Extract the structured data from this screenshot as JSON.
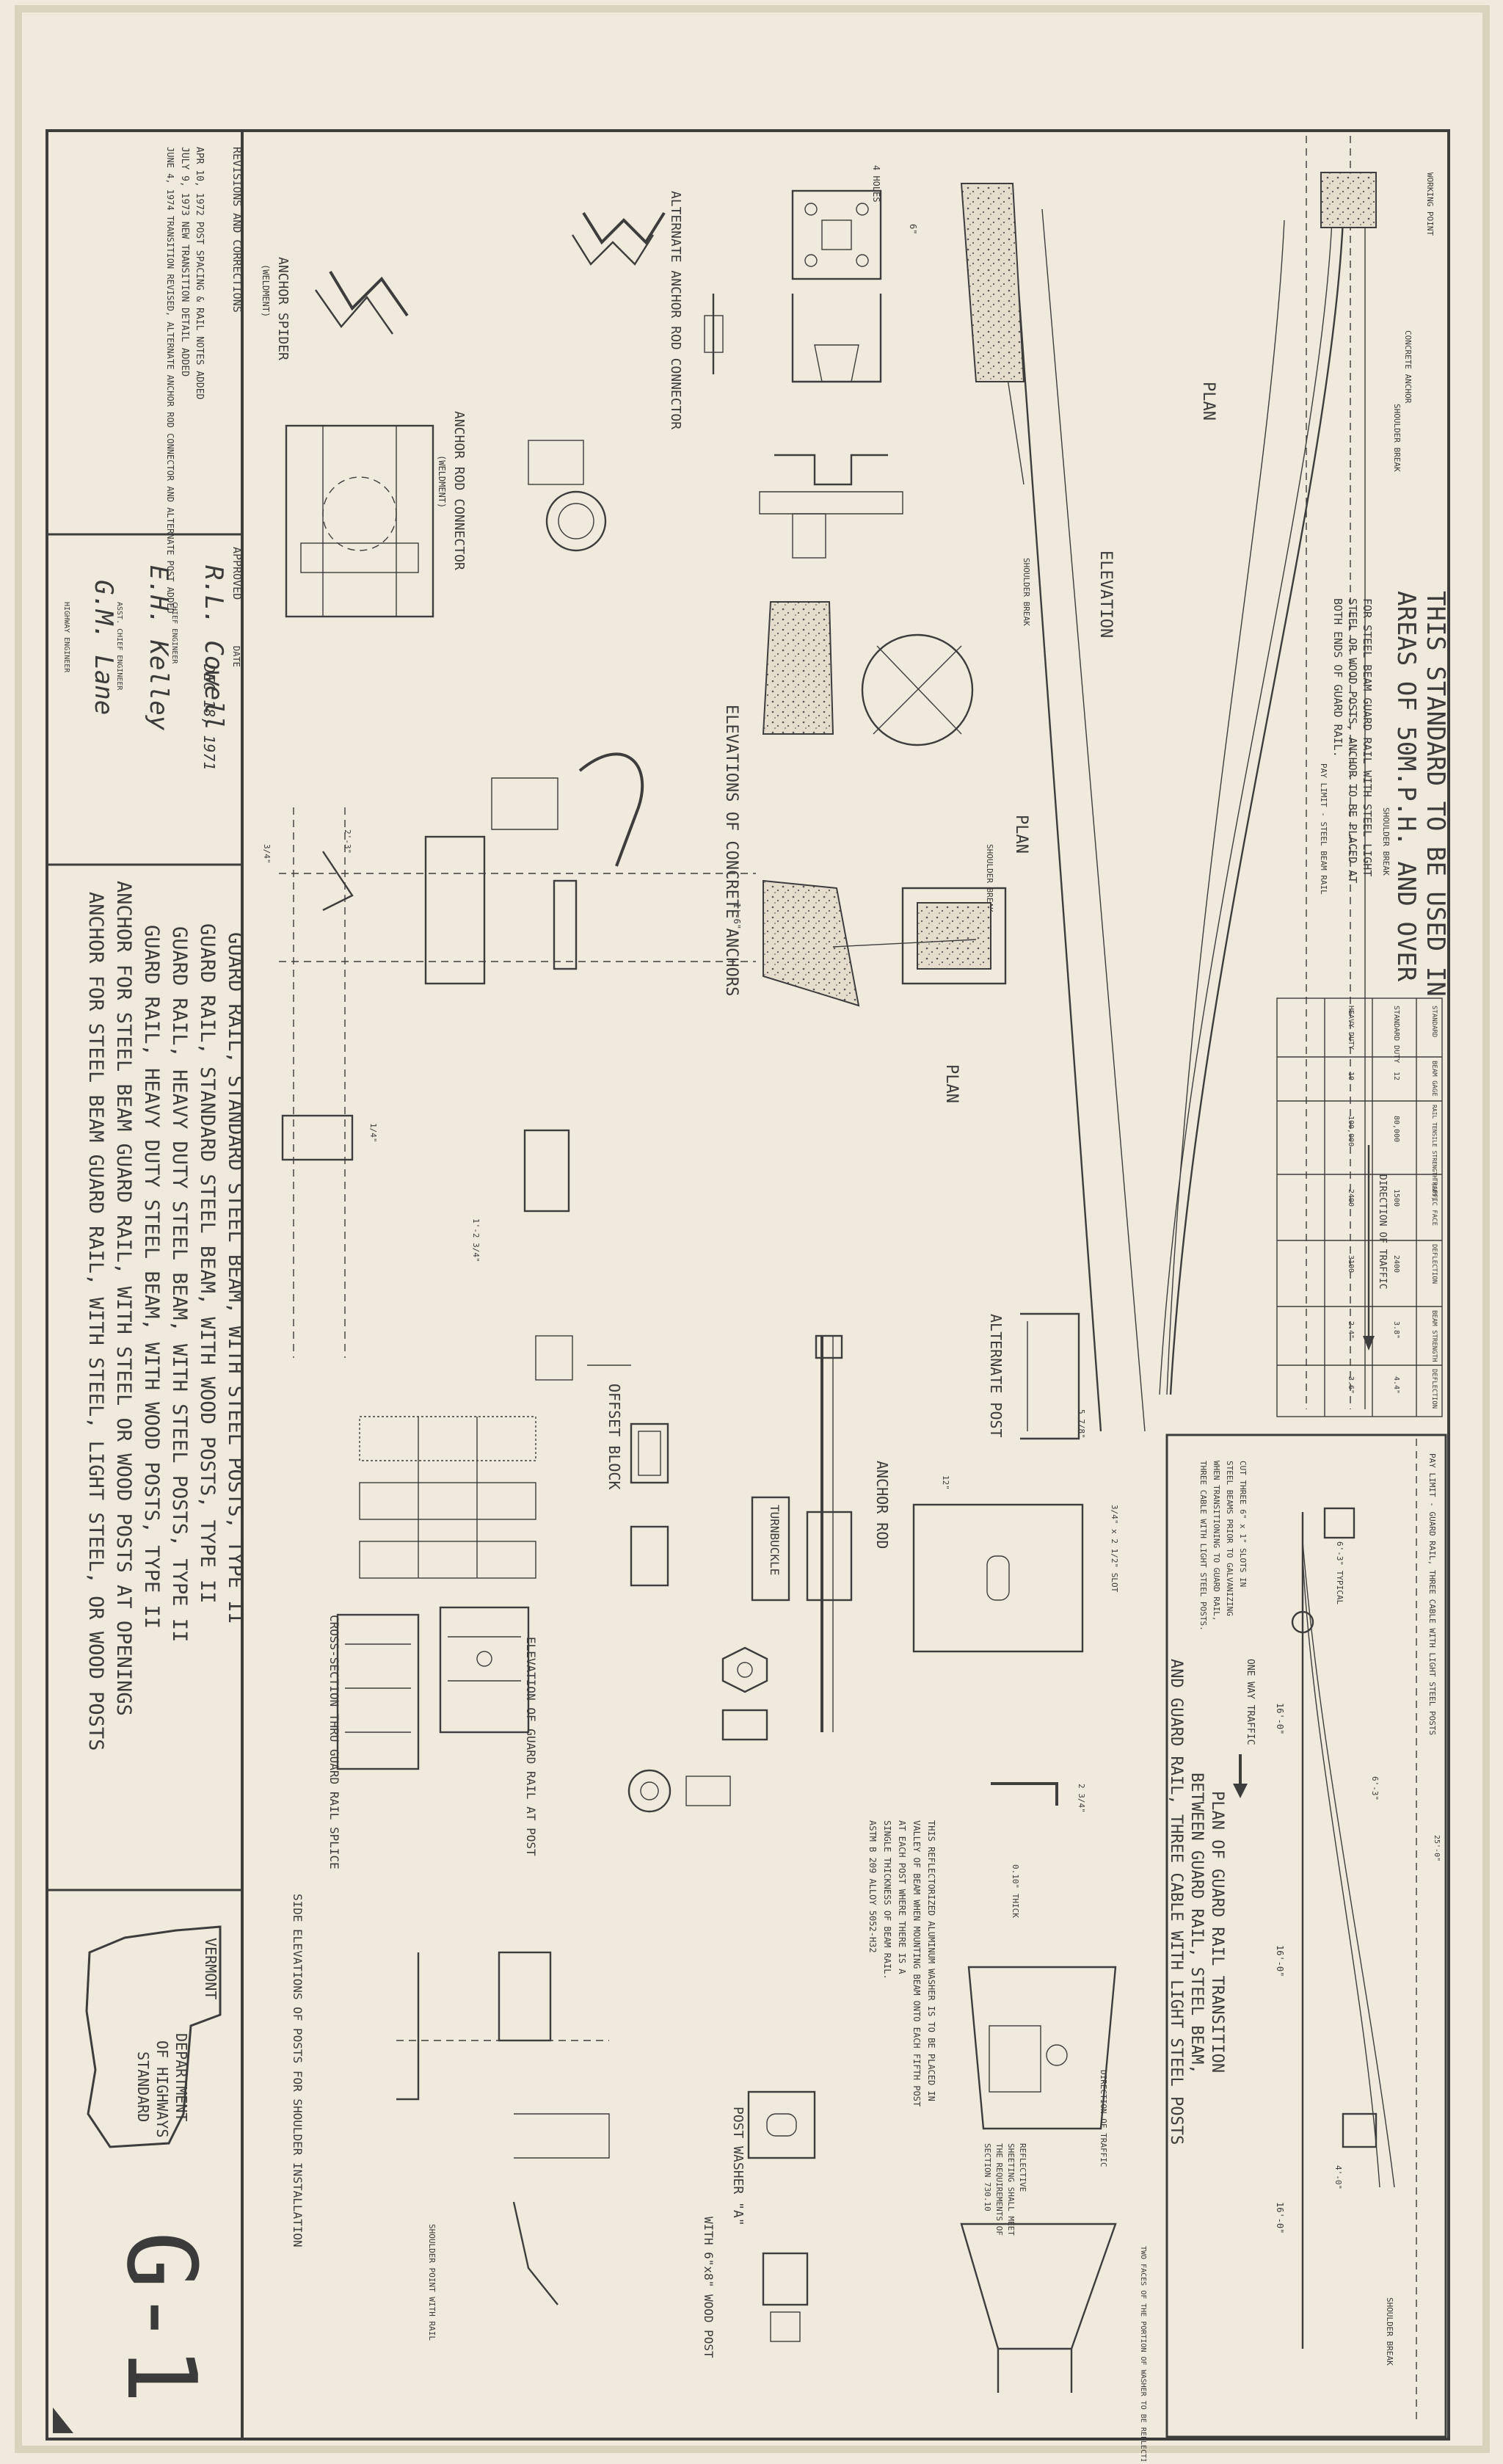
{
  "title_block": {
    "revisions": {
      "heading": "REVISIONS AND CORRECTIONS",
      "entries": [
        "APR 10, 1972  POST SPACING & RAIL NOTES ADDED",
        "JULY 9, 1973  NEW TRANSITION DETAIL ADDED",
        "JUNE 4, 1974  TRANSITION REVISED, ALTERNATE ANCHOR ROD CONNECTOR AND ALTERNATE POST ADDED"
      ]
    },
    "approved": {
      "label": "APPROVED",
      "date_label": "DATE",
      "date": "DEC 18, 1971",
      "sig1": "R.L. Cowell",
      "sig1_role": "CHIEF ENGINEER",
      "sig2": "E.H. Kelley",
      "sig2_role": "ASST. CHIEF ENGINEER",
      "sig3": "G.M. Lane",
      "sig3_role": "HIGHWAY ENGINEER"
    },
    "sheet_title_lines": [
      "GUARD RAIL, STANDARD STEEL BEAM, WITH STEEL POSTS, TYPE II",
      "GUARD RAIL, STANDARD STEEL BEAM, WITH WOOD POSTS, TYPE II",
      "GUARD RAIL, HEAVY DUTY STEEL BEAM, WITH STEEL POSTS, TYPE II",
      "GUARD RAIL, HEAVY DUTY STEEL BEAM, WITH WOOD POSTS, TYPE II",
      "ANCHOR FOR STEEL BEAM GUARD RAIL, WITH STEEL OR WOOD POSTS AT OPENINGS",
      "ANCHOR FOR STEEL BEAM GUARD RAIL, WITH STEEL, LIGHT STEEL, OR WOOD POSTS"
    ],
    "agency": {
      "state": "VERMONT",
      "line1": "DEPARTMENT",
      "line2": "OF HIGHWAYS",
      "line3": "STANDARD"
    },
    "sheet_number": "G-1"
  },
  "notes": {
    "main_heading_1": "THIS STANDARD TO BE USED IN",
    "main_heading_2": "AREAS OF 50M.P.H. AND OVER",
    "main_note": [
      "FOR STEEL BEAM GUARD RAIL WITH STEEL LIGHT",
      "STEEL OR WOOD POSTS, ANCHOR TO BE PLACED AT",
      "BOTH ENDS OF GUARD RAIL."
    ],
    "slot_note": [
      "CUT THREE 6\" x 1\" SLOTS IN",
      "STEEL BEAMS PRIOR TO GALVANIZING",
      "WHEN TRANSITIONING TO GUARD RAIL,",
      "THREE CABLE WITH LIGHT STEEL POSTS."
    ],
    "washer_note": [
      "THIS REFLECTORIZED ALUMINUM WASHER IS TO BE PLACED IN",
      "VALLEY OF BEAM WHEN MOUNTING BEAM ONTO EACH FIFTH POST",
      "AT EACH POST WHERE THERE IS A",
      "SINGLE THICKNESS OF BEAM RAIL.",
      "ASTM B 209 ALLOY 5052-H32"
    ],
    "reflective_note": [
      "REFLECTIVE",
      "SHEETING SHALL MEET",
      "THE REQUIREMENTS OF",
      "SECTION 730.10"
    ],
    "two_faces_note": "TWO FACES OF THE PORTION OF WASHER TO BE REFLECTIVE MATERIAL"
  },
  "labels": {
    "plan": "PLAN",
    "elevation": "ELEVATION",
    "elevations_of_concrete_anchors": "ELEVATIONS OF CONCRETE ANCHORS",
    "alternate_anchor_rod_connector": "ALTERNATE ANCHOR ROD CONNECTOR",
    "anchor_rod_connector": "ANCHOR ROD CONNECTOR",
    "anchor_rod_connector_sub": "(WELDMENT)",
    "anchor_spider": "ANCHOR SPIDER",
    "anchor_spider_sub": "(WELDMENT)",
    "alternate_post": "ALTERNATE POST",
    "anchor_rod": "ANCHOR ROD",
    "turnbuckle": "TURNBUCKLE",
    "offset_block": "OFFSET BLOCK",
    "elevation_of_guard_rail_at_post": "ELEVATION OF GUARD RAIL AT POST",
    "cross_section": "CROSS-SECTION THRU GUARD RAIL SPLICE",
    "side_elevations": "SIDE ELEVATIONS OF POSTS FOR SHOULDER INSTALLATION",
    "post_washer": "POST WASHER \"A\"",
    "wood_post": "WITH 6\"x8\" WOOD POST",
    "transition_title_1": "PLAN OF GUARD RAIL TRANSITION",
    "transition_title_2": "BETWEEN GUARD RAIL, STEEL BEAM,",
    "transition_title_3": "AND GUARD RAIL, THREE CABLE WITH LIGHT STEEL POSTS",
    "direction_of_traffic": "DIRECTION OF TRAFFIC",
    "one_way_traffic": "ONE WAY TRAFFIC",
    "shoulder_break": "SHOULDER BREAK",
    "shoulder_point": "SHOULDER POINT WITH RAIL",
    "working_point": "WORKING POINT",
    "concrete_anchor": "CONCRETE ANCHOR",
    "pay_limit_rail": "PAY LIMIT - STEEL BEAM RAIL",
    "pay_limit_three_cable": "PAY LIMIT - GUARD RAIL, THREE CABLE WITH LIGHT STEEL POSTS",
    "four_holes": "4 HOLES"
  },
  "table": {
    "headers": [
      "STANDARD",
      "BEAM GAGE",
      "RAIL TENSILE STRENGTH (LBS)",
      "TRAFFIC FACE",
      "DEFLECTION",
      "BEAM STRENGTH",
      "DEFLECTION"
    ],
    "rows": [
      [
        "STANDARD DUTY",
        "12",
        "80,000",
        "1500",
        "2400",
        "3.8\"",
        "4.4\""
      ],
      [
        "HEAVY DUTY",
        "10",
        "100,000",
        "2400",
        "3100",
        "2.4\"",
        "3.6\""
      ]
    ]
  },
  "dimensions": {
    "d1": "6\"",
    "d2": "3/4\"",
    "d3": "1'-2 3/4\"",
    "d4": "2'-3\"",
    "d5": "5 7/8\"",
    "d6": "3/4\" x 2 1/2\" SLOT",
    "d7": "12\"",
    "d8": "1/4\"",
    "d9": "2 3/4\"",
    "d10": "0.10\" THICK",
    "d11": "16'-0\"",
    "d12": "6'-3\"",
    "d13": "25'-0\"",
    "d14": "4'-0\"",
    "d15": "1'-6\"",
    "d16": "6'-3\" TYPICAL"
  }
}
